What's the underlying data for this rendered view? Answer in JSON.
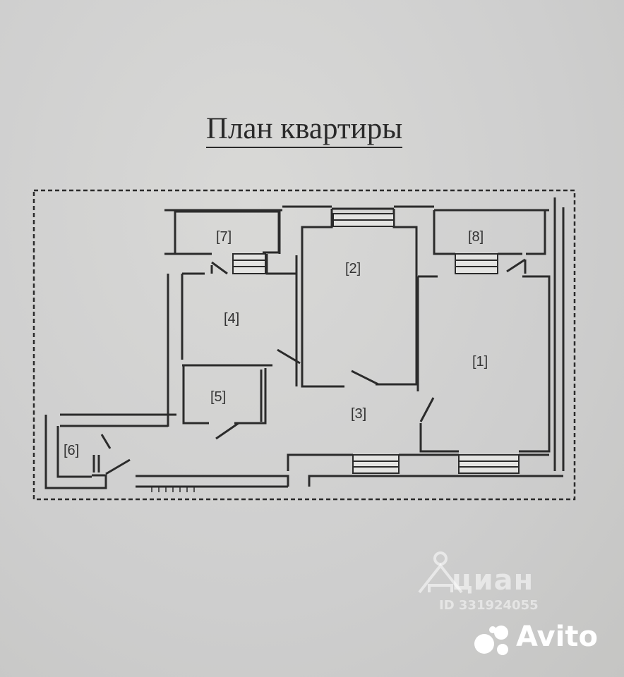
{
  "title": "План квартиры",
  "rooms": [
    "[1]",
    "[2]",
    "[3]",
    "[4]",
    "[5]",
    "[6]",
    "[7]",
    "[8]"
  ],
  "watermarks": {
    "cian_text": "циан",
    "cian_id": "ID 331924055",
    "avito_text": "Avito"
  },
  "colors": {
    "paper": "#d6d6d4",
    "wall": "#2b2b2b",
    "watermark": "#ffffff"
  }
}
